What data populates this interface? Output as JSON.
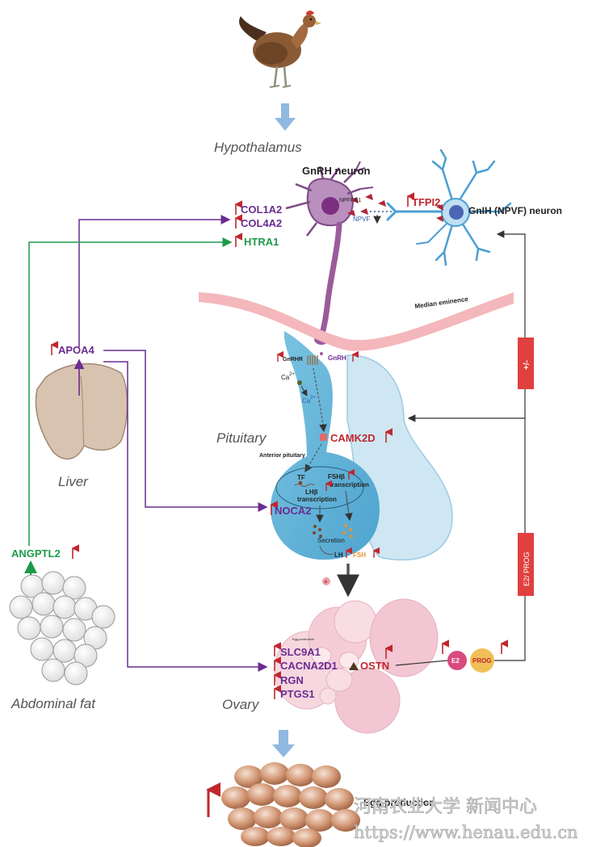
{
  "regions": {
    "hypothalamus": "Hypothalamus",
    "pituitary": "Pituitary",
    "liver": "Liver",
    "ovary": "Ovary",
    "abdominal_fat": "Abdominal fat",
    "median_eminence": "Median eminence",
    "anterior_pituitary": "Anterior pituitary"
  },
  "neurons": {
    "gnrh": "GnRH  neuron",
    "gnih": "GnIH (NPVF) neuron",
    "npffr1": "NPFFR1",
    "npvf": "NPVF"
  },
  "genes": {
    "col1a2": "COL1A2",
    "col4a2": "COL4A2",
    "htra1": "HTRA1",
    "tfpi2": "TFPI2",
    "apoa4": "APOA4",
    "angptl2": "ANGPTL2",
    "camk2d": "CAMK2D",
    "noca2": "NOCA2",
    "slc9a1": "SLC9A1",
    "cacna2d1": "CACNA2D1",
    "rgn": "RGN",
    "ptgs1": "PTGS1",
    "ostn": "OSTN"
  },
  "pituitary_labels": {
    "gnrhr": "GnRHR",
    "gnrh": "GnRH",
    "ca": "Ca",
    "ca_sup": "2+",
    "ca2": "Ca",
    "ca2_sup": "2+",
    "tf": "TF",
    "fshb": "FSHβ",
    "fshb_transcription": "transcription",
    "lhb": "LHβ",
    "lhb_transcription": "transcription",
    "secretion": "Secretion",
    "lh": "LH",
    "fsh": "FSH",
    "plus": "+"
  },
  "hormones": {
    "e2": "E2",
    "prog": "PROG"
  },
  "feedback": {
    "plus_minus": "+/-",
    "e2_prog": "E2/ PROG"
  },
  "ovary_small_label": "Egg production",
  "egg_production": "Egg production",
  "watermark": {
    "line1": "河南农业大学 新闻中心",
    "line2": "https://www.henau.edu.cn"
  },
  "colors": {
    "purple": "#6a2c91",
    "green": "#1e9a4a",
    "red": "#c0272d",
    "pituitary": "#6cb8d9",
    "neuron_purple": "#9b5b9b",
    "neuron_blue": "#4a9fd4",
    "ovary_pink": "#f2c6d2",
    "liver": "#d8c3b0",
    "arrow_blue": "#8fb9df"
  }
}
